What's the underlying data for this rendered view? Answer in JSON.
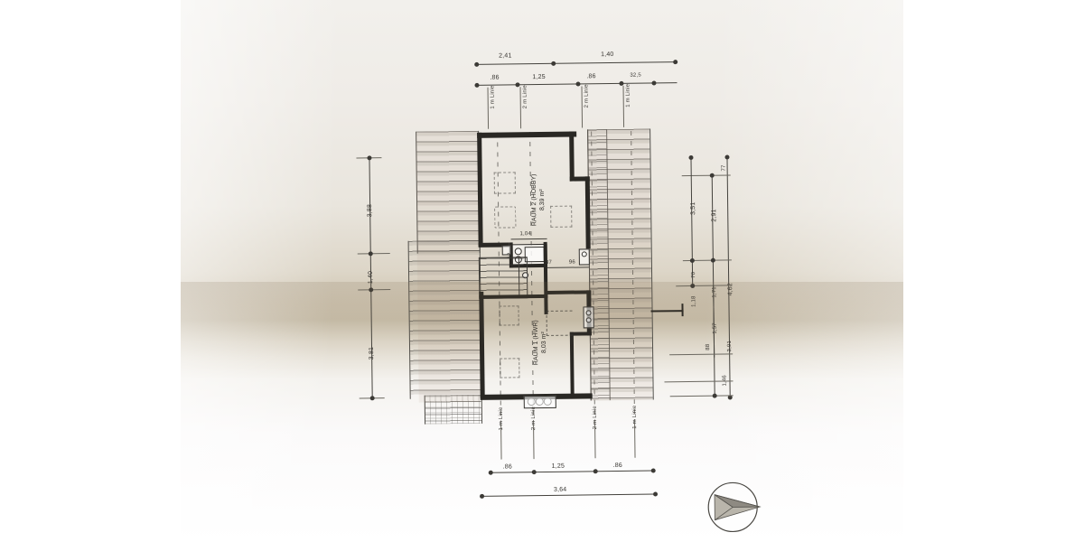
{
  "document": {
    "kind": "architectural-floor-plan",
    "language": "de",
    "medium": "photograph-of-printed-drawing"
  },
  "rooms": [
    {
      "id": "raum2",
      "name": "RAUM 2 (HOBBY)",
      "area": "8,39 m²"
    },
    {
      "id": "raum1",
      "name": "RAUM 1 (HWR)",
      "area": "8,03 m²"
    }
  ],
  "dimensions": {
    "top_outer": [
      "2,41",
      "1,40"
    ],
    "top_inner": [
      ".86",
      "1,25",
      ".86",
      "32,5"
    ],
    "bottom_inner": [
      ".86",
      "1,25",
      ".86"
    ],
    "bottom_total": "3,64",
    "left_chain": [
      "3,88",
      "1,40",
      "3,81"
    ],
    "right_chain_a": [
      "77",
      "3,51",
      "2,91",
      "4,62"
    ],
    "right_chain_b": [
      "70",
      "1,18",
      "1,71"
    ],
    "right_chain_c": [
      "1,57",
      "88",
      "3,91",
      "1,46"
    ],
    "interior": [
      "1,04",
      "12",
      "37",
      "96"
    ]
  },
  "reference_lines": {
    "top": [
      "1 m Linie",
      "2 m Linie",
      "2 m Linie",
      "1 m Linie"
    ],
    "bottom": [
      "1 m Linie",
      "2 m Linie",
      "2 m Linie",
      "1 m Linie"
    ]
  },
  "compass": {
    "label": "north-arrow"
  },
  "colors": {
    "paper": "#efece7",
    "shadow": "#c9bfab",
    "ink": "#2a2824",
    "line": "#44423d"
  }
}
